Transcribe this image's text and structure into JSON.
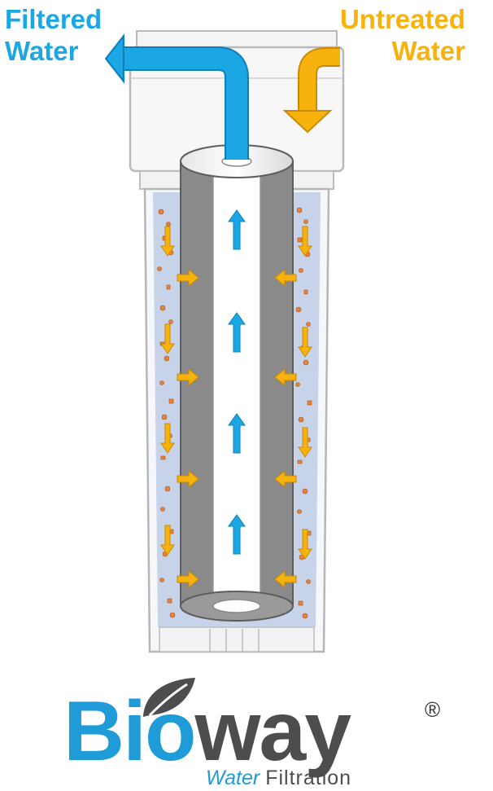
{
  "labels": {
    "filtered_line1": "Filtered",
    "filtered_line2": "Water",
    "untreated_line1": "Untreated",
    "untreated_line2": "Water"
  },
  "brand": {
    "name_part1": "Bio",
    "name_part2": "way",
    "tagline_part1": "Water",
    "tagline_part2": "Filtration",
    "registered_mark": "®"
  },
  "colors": {
    "filtered_flow": "#1aa7e3",
    "untreated_flow": "#f7b20d",
    "filter_media": "#8a8a8a",
    "housing_water": "#c7d3e8",
    "contaminants": "#e8813a",
    "brand_blue": "#1f9bd7",
    "brand_gray": "#4d4d4f"
  }
}
